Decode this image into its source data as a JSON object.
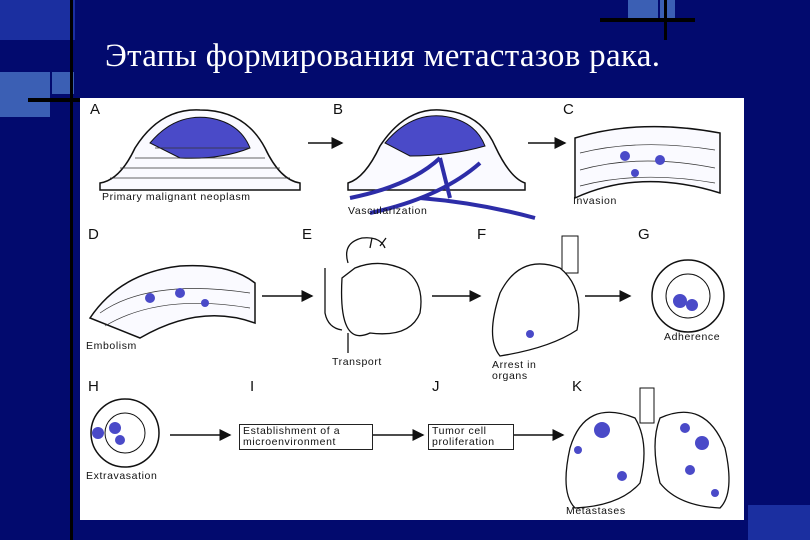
{
  "slide": {
    "title": "Этапы формирования метастазов рака.",
    "colors": {
      "background": "#020a6e",
      "accent": "#3b5fb4",
      "cell_fill": "#4a4ac8"
    }
  },
  "diagram": {
    "panels": [
      {
        "letter": "A",
        "caption": "Primary malignant neoplasm"
      },
      {
        "letter": "B",
        "caption": "Vascularization"
      },
      {
        "letter": "C",
        "caption": "Invasion"
      },
      {
        "letter": "D",
        "caption": "Embolism"
      },
      {
        "letter": "E",
        "caption": "Transport"
      },
      {
        "letter": "F",
        "caption": "Arrest in organs"
      },
      {
        "letter": "G",
        "caption": "Adherence"
      },
      {
        "letter": "H",
        "caption": "Extravasation"
      },
      {
        "letter": "I",
        "caption": "Establishment of a microenvironment"
      },
      {
        "letter": "J",
        "caption": "Tumor cell proliferation"
      },
      {
        "letter": "K",
        "caption": "Metastases"
      }
    ]
  }
}
